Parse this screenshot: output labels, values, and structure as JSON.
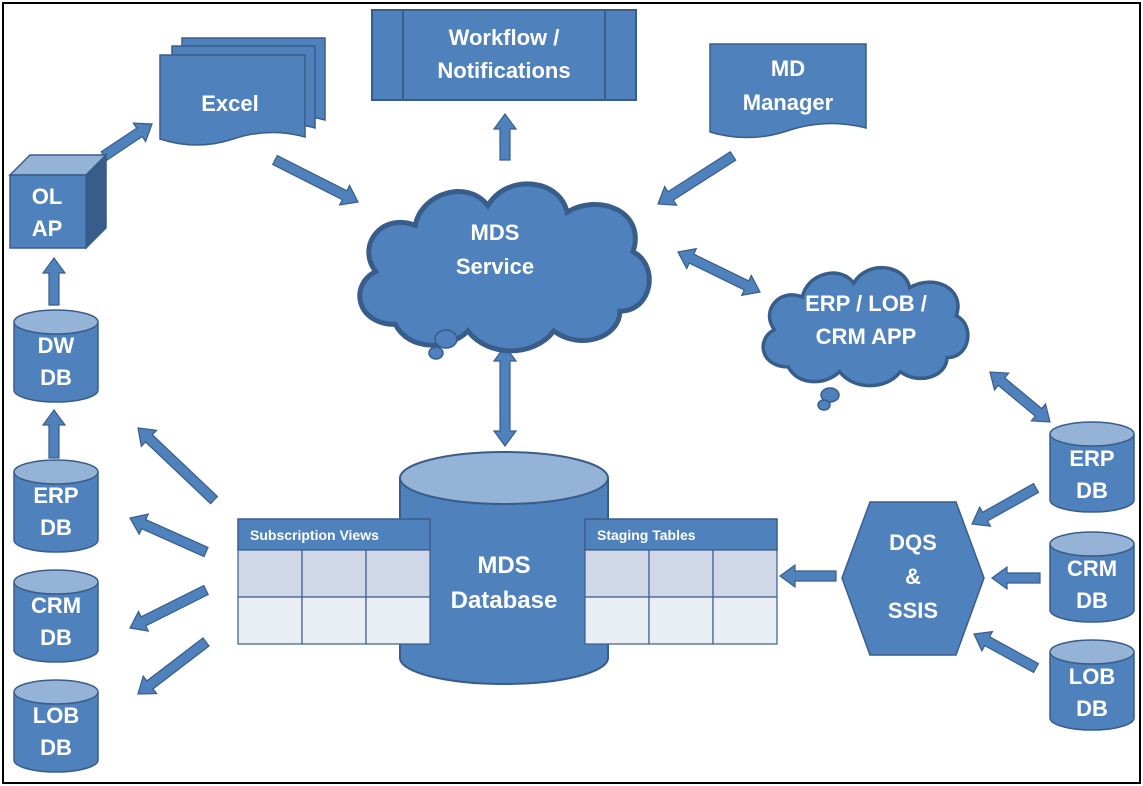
{
  "nodes": {
    "workflow": {
      "line1": "Workflow /",
      "line2": "Notifications"
    },
    "excel": {
      "label": "Excel"
    },
    "md_manager": {
      "line1": "MD",
      "line2": "Manager"
    },
    "olap": {
      "line1": "OL",
      "line2": "AP"
    },
    "mds_service": {
      "line1": "MDS",
      "line2": "Service"
    },
    "erp_app": {
      "line1": "ERP / LOB /",
      "line2": "CRM APP"
    },
    "dw_db": {
      "line1": "DW",
      "line2": "DB"
    },
    "left_erp_db": {
      "line1": "ERP",
      "line2": "DB"
    },
    "left_crm_db": {
      "line1": "CRM",
      "line2": "DB"
    },
    "left_lob_db": {
      "line1": "LOB",
      "line2": "DB"
    },
    "mds_database": {
      "line1": "MDS",
      "line2": "Database"
    },
    "subscription_views": {
      "label": "Subscription Views"
    },
    "staging_tables": {
      "label": "Staging Tables"
    },
    "dqs": {
      "line1": "DQS",
      "line2": "&",
      "line3": "SSIS"
    },
    "right_erp_db": {
      "line1": "ERP",
      "line2": "DB"
    },
    "right_crm_db": {
      "line1": "CRM",
      "line2": "DB"
    },
    "right_lob_db": {
      "line1": "LOB",
      "line2": "DB"
    }
  },
  "colors": {
    "fill": "#4f81bd",
    "stroke": "#385d8a",
    "top": "#95b3d7",
    "cell_dark": "#d0d8e8",
    "cell_light": "#e9edf4"
  }
}
